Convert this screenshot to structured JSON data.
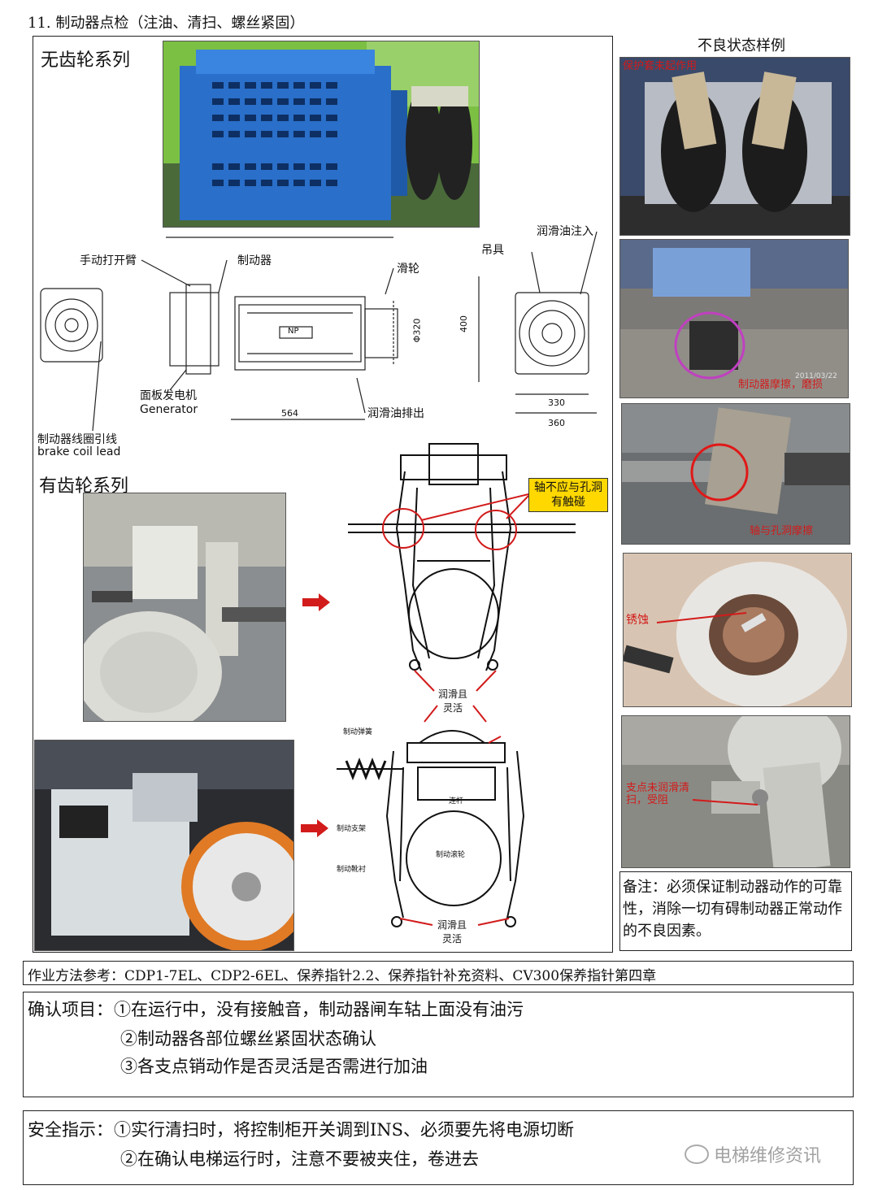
{
  "title": "11. 制动器点检（注油、清扫、螺丝紧固）",
  "right_header": "不良状态样例",
  "gearless": {
    "heading": "无齿轮系列",
    "labels": {
      "manual_arm": "手动打开臂",
      "brake": "制动器",
      "pulley": "滑轮",
      "hanger": "吊具",
      "oil_inject": "润滑油注入",
      "panel_gen": "面板发电机",
      "generator": "Generator",
      "coil_lead_cn": "制动器线圈引线",
      "coil_lead_en": "brake coil lead",
      "oil_drain": "润滑油排出",
      "np": "NP",
      "dim_564": "564",
      "dim_400": "400",
      "dim_phi320": "Φ320",
      "dim_330": "330",
      "dim_360": "360"
    }
  },
  "geared": {
    "heading": "有齿轮系列",
    "callout": "轴不应与孔洞有触碰",
    "lube1": "润滑且灵活",
    "lube2": "润滑且灵活",
    "diagram_labels": {
      "spring": "制动弹簧",
      "rod": "连杆",
      "frame": "制动支架",
      "drum": "制动滚轮",
      "lining": "制动靴衬"
    }
  },
  "defects": [
    {
      "label": "保护套未起作用"
    },
    {
      "label": "制动器摩擦，磨损",
      "date": "2011/03/22"
    },
    {
      "label": "轴与孔洞摩擦"
    },
    {
      "label": "锈蚀"
    },
    {
      "label": "支点未润滑清扫，受阻"
    }
  ],
  "note": "备注：必须保证制动器动作的可靠性，消除一切有碍制动器正常动作的不良因素。",
  "method": "作业方法参考：CDP1-7EL、CDP2-6EL、保养指针2.2、保养指针补充资料、CV300保养指针第四章",
  "confirm": {
    "label": "确认项目：",
    "items": [
      "①在运行中，没有接触音，制动器闸车轱上面没有油污",
      "②制动器各部位螺丝紧固状态确认",
      "③各支点销动作是否灵活是否需进行加油"
    ]
  },
  "safety": {
    "label": "安全指示：",
    "items": [
      "①实行清扫时，将控制柜开关调到INS、必须要先将电源切断",
      "②在确认电梯运行时，注意不要被夹住，卷进去"
    ]
  },
  "watermark": "电梯维修资讯",
  "colors": {
    "accent_red": "#d21b1b",
    "callout_yellow": "#ffd800",
    "motor_blue": "#2a6fc9"
  }
}
